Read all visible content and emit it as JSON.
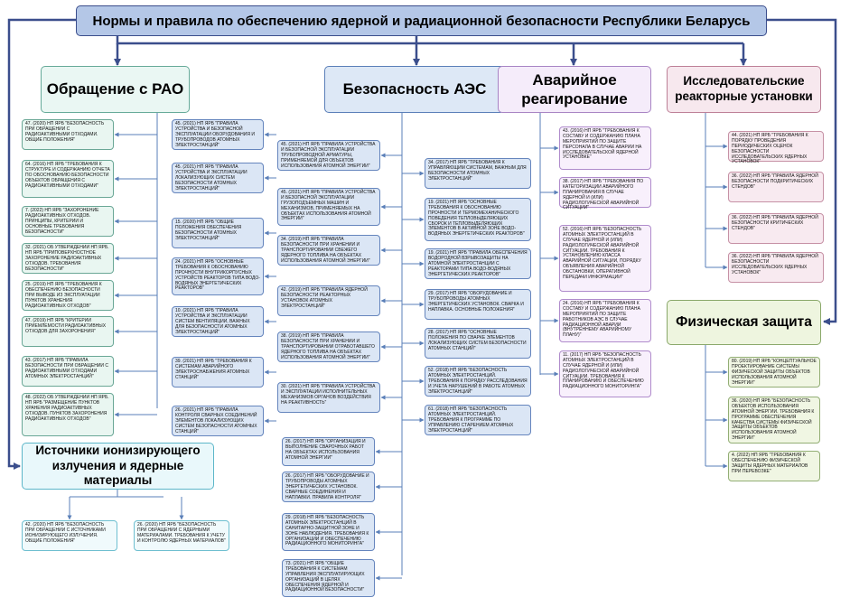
{
  "title": "Нормы и правила по обеспечению ядерной и радиационной безопасности Республики Беларусь",
  "categories": {
    "rao": "Обращение с РАО",
    "aes": "Безопасность АЭС",
    "emergency": "Аварийное реагирование",
    "research": "Исследовательские реакторные установки",
    "physical": "Физическая защита",
    "sources": "Источники ионизирующего излучения и ядерные материалы"
  },
  "rao_items": [
    "47. (2020) НП ЯРБ \"БЕЗОПАСНОСТЬ ПРИ ОБРАЩЕНИИ С РАДИОАКТИВНЫМИ ОТХОДАМИ. ОБЩИЕ ПОЛОЖЕНИЯ\"",
    "64. (2016) НП ЯРБ \"ТРЕБОВАНИЯ К СТРУКТУРЕ И СОДЕРЖАНИЮ ОТЧЕТА ПО ОБОСНОВАНИЮ БЕЗОПАСНОСТИ ОБЪЕКТОВ ОБРАЩЕНИЯ С РАДИОАКТИВНЫМИ ОТХОДАМИ\"",
    "7. (2022) НП ЯРБ \"ЗАХОРОНЕНИЕ РАДИОАКТИВНЫХ ОТХОДОВ. ПРИНЦИПЫ, КРИТЕРИИ И ОСНОВНЫЕ ТРЕБОВАНИЯ БЕЗОПАСНОСТИ\"",
    "32. (2021) ОБ УТВЕРЖДЕНИИ НП ЯРБ. НП ЯРБ \"ПРИПОВЕРХНОСТНОЕ ЗАХОРОНЕНИЕ РАДИОАКТИВНЫХ ОТХОДОВ. ТРЕБОВАНИЯ БЕЗОПАСНОСТИ\"",
    "25. (2019) НП ЯРБ \"ТРЕБОВАНИЯ К ОБЕСПЕЧЕНИЮ БЕЗОПАСНОСТИ ПРИ ВЫВОДЕ ИЗ ЭКСПЛУАТАЦИИ ПУНКТОВ ХРАНЕНИЯ РАДИОАКТИВНЫХ ОТХОДОВ\"",
    "47. (2019) НП ЯРБ \"КРИТЕРИИ ПРИЕМЛЕМОСТИ РАДИОАКТИВНЫХ ОТХОДОВ ДЛЯ ЗАХОРОНЕНИЯ\"",
    "43. (2017) НП ЯРБ \"ПРАВИЛА БЕЗОПАСНОСТИ ПРИ ОБРАЩЕНИИ С РАДИОАКТИВНЫМИ ОТХОДАМИ АТОМНЫХ ЭЛЕКТРОСТАНЦИЙ\"",
    "48. (2022) ОБ УТВЕРЖДЕНИИ НП ЯРБ. НП ЯРБ \"РАЗМЕЩЕНИЕ ПУНКТОВ ХРАНЕНИЯ РАДИОАКТИВНЫХ ОТХОДОВ. ПУНКТОВ ЗАХОРОНЕНИЯ РАДИОАКТИВНЫХ ОТХОДОВ\""
  ],
  "aes_col1": [
    "45. (2021) НП ЯРБ \"ПРАВИЛА УСТРОЙСТВА И БЕЗОПАСНОЙ ЭКСПЛУАТАЦИИ ОБОРУДОВАНИЯ И ТРУБОПРОВОДОВ АТОМНЫХ ЭЛЕКТРОСТАНЦИЙ\"",
    "45. (2021) НП ЯРБ \"ПРАВИЛА УСТРОЙСТВА И ЭКСПЛУАТАЦИИ ЛОКАЛИЗУЮЩИХ СИСТЕМ БЕЗОПАСНОСТИ АТОМНЫХ ЭЛЕКТРОСТАНЦИЙ\"",
    "15. (2020) НП ЯРБ \"ОБЩИЕ ПОЛОЖЕНИЯ ОБЕСПЕЧЕНИЯ БЕЗОПАСНОСТИ АТОМНЫХ ЭЛЕКТРОСТАНЦИЙ\"",
    "24. (2021) НП ЯРБ \"ОСНОВНЫЕ ТРЕБОВАНИЯ К ОБОСНОВАНИЮ ПРОЧНОСТИ ВНУТРИКОРПУСНЫХ УСТРОЙСТВ РЕАКТОРОВ ТИПА ВОДО-ВОДЯНЫХ ЭНЕРГЕТИЧЕСКИХ РЕАКТОРОВ\"",
    "10. (2021) НП ЯРБ \"ПРАВИЛА УСТРОЙСТВА И ЭКСПЛУАТАЦИИ СИСТЕМ ВЕНТИЛЯЦИИ, ВАЖНЫХ ДЛЯ БЕЗОПАСНОСТИ АТОМНЫХ ЭЛЕКТРОСТАНЦИЙ\"",
    "39. (2021) НП ЯРБ \"ТРЕБОВАНИЯ К СИСТЕМАМ АВАРИЙНОГО ЭЛЕКТРОСНАБЖЕНИЯ АТОМНЫХ СТАНЦИЙ\"",
    "26. (2021) НП ЯРБ \"ПРАВИЛА КОНТРОЛЯ СВАРНЫХ СОЕДИНЕНИЙ ЭЛЕМЕНТОВ ЛОКАЛИЗУЮЩИХ СИСТЕМ БЕЗОПАСНОСТИ АТОМНЫХ СТАНЦИЙ\""
  ],
  "aes_col2": [
    "45. (2021) НП ЯРБ \"ПРАВИЛА УСТРОЙСТВА И БЕЗОПАСНОЙ ЭКСПЛУАТАЦИИ ТРУБОПРОВОДНОЙ АРМАТУРЫ, ПРИМЕНЯЕМОЙ ДЛЯ ОБЪЕКТОВ ИСПОЛЬЗОВАНИЯ АТОМНОЙ ЭНЕРГИИ\"",
    "45. (2021) НП ЯРБ \"ПРАВИЛА УСТРОЙСТВА И БЕЗОПАСНОЙ ЭКСПЛУАТАЦИИ ГРУЗОПОДЪЕМНЫХ МАШИН И МЕХАНИЗМОВ, ПРИМЕНЯЕМЫХ НА ОБЪЕКТАХ ИСПОЛЬЗОВАНИЯ АТОМНОЙ ЭНЕРГИИ\"",
    "34. (2019) НП ЯРБ \"ПРАВИЛА БЕЗОПАСНОСТИ ПРИ ХРАНЕНИИ И ТРАНСПОРТИРОВАНИИ СВЕЖЕГО ЯДЕРНОГО ТОПЛИВА НА ОБЪЕКТАХ ИСПОЛЬЗОВАНИЯ АТОМНОЙ ЭНЕРГИИ\"",
    "42. (2019) НП ЯРБ \"ПРАВИЛА ЯДЕРНОЙ БЕЗОПАСНОСТИ РЕАКТОРНЫХ УСТАНОВОК АТОМНЫХ ЭЛЕКТРОСТАНЦИЙ\"",
    "38. (2019) НП ЯРБ \"ПРАВИЛА БЕЗОПАСНОСТИ ПРИ ХРАНЕНИИ И ТРАНСПОРТИРОВАНИИ ОТРАБОТАВШЕГО ЯДЕРНОГО ТОПЛИВА НА ОБЪЕКТАХ ИСПОЛЬЗОВАНИЯ АТОМНОЙ ЭНЕРГИИ\"",
    "30. (2021) НП ЯРБ \"ПРАВИЛА УСТРОЙСТВА И ЭКСПЛУАТАЦИИ ИСПОЛНИТЕЛЬНЫХ МЕХАНИЗМОВ ОРГАНОВ ВОЗДЕЙСТВИЯ НА РЕАКТИВНОСТЬ\""
  ],
  "aes_col2_lower": [
    "26. (2017) НП ЯРБ \"ОРГАНИЗАЦИЯ И ВЫПОЛНЕНИЕ СВАРОЧНЫХ РАБОТ НА ОБЪЕКТАХ ИСПОЛЬЗОВАНИЯ АТОМНОЙ ЭНЕРГИИ\"",
    "26. (2017) НП ЯРБ \"ОБОРУДОВАНИЕ И ТРУБОПРОВОДЫ АТОМНЫХ ЭНЕРГЕТИЧЕСКИХ УСТАНОВОК. СВАРНЫЕ СОЕДИНЕНИЯ И НАПЛАВКИ. ПРАВИЛА КОНТРОЛЯ\"",
    "29. (2018) НП ЯРБ \"БЕЗОПАСНОСТЬ АТОМНЫХ ЭЛЕКТРОСТАНЦИЙ В САНИТАРНО-ЗАЩИТНОЙ ЗОНЕ И ЗОНЕ НАБЛЮДЕНИЯ. ТРЕБОВАНИЯ К ОРГАНИЗАЦИИ И ОБЕСПЕЧЕНИЮ РАДИАЦИОННОГО МОНИТОРИНГА\"",
    "73. (2021) НП ЯРБ \"ОБЩИЕ ТРЕБОВАНИЯ К СИСТЕМАМ УПРАВЛЕНИЯ ЭКСПЛУАТИРУЮЩИХ ОРГАНИЗАЦИЙ В ЦЕЛЯХ ОБЕСПЕЧЕНИЯ ЯДЕРНОЙ И РАДИАЦИОННОЙ БЕЗОПАСНОСТИ\""
  ],
  "aes_col3": [
    "34. (2017) НП ЯРБ \"ТРЕБОВАНИЯ К УПРАВЛЯЮЩИМ СИСТЕМАМ, ВАЖНЫМ ДЛЯ БЕЗОПАСНОСТИ АТОМНЫХ ЭЛЕКТРОСТАНЦИЙ\"",
    "19. (2021) НП ЯРБ \"ОСНОВНЫЕ ТРЕБОВАНИЯ К ОБОСНОВАНИЮ ПРОЧНОСТИ И ТЕРМОМЕХАНИЧЕСКОГО ПОВЕДЕНИЯ ТЕПЛОВЫДЕЛЯЮЩИХ СБОРОК И ТЕПЛОВЫДЕЛЯЮЩИХ ЭЛЕМЕНТОВ В АКТИВНОЙ ЗОНЕ ВОДО-ВОДЯНЫХ ЭНЕРГЕТИЧЕСКИХ РЕАКТОРОВ\"",
    "19. (2021) НП ЯРБ \"ПРАВИЛА ОБЕСПЕЧЕНИЯ ВОДОРОДНОЙ ВЗРЫВОЗАЩИТЫ НА АТОМНОЙ ЭЛЕКТРОСТАНЦИИ С РЕАКТОРАМИ ТИПА ВОДО-ВОДЯНЫХ ЭНЕРГЕТИЧЕСКИХ РЕАКТОРОВ\"",
    "29. (2017) НП ЯРБ \"ОБОРУДОВАНИЕ И ТРУБОПРОВОДЫ АТОМНЫХ ЭНЕРГЕТИЧЕСКИХ УСТАНОВОК. СВАРКА И НАПЛАВКА. ОСНОВНЫЕ ПОЛОЖЕНИЯ\"",
    "28. (2017) НП ЯРБ \"ОСНОВНЫЕ ПОЛОЖЕНИЯ ПО СВАРКЕ ЭЛЕМЕНТОВ ЛОКАЛИЗУЮЩИХ СИСТЕМ БЕЗОПАСНОСТИ АТОМНЫХ СТАНЦИЙ\"",
    "52. (2018) НП ЯРБ \"БЕЗОПАСНОСТЬ АТОМНЫХ ЭЛЕКТРОСТАНЦИЙ. ТРЕБОВАНИЯ К ПОРЯДКУ РАССЛЕДОВАНИЯ И УЧЕТА НАРУШЕНИЙ В РАБОТЕ АТОМНЫХ ЭЛЕКТРОСТАНЦИЙ\"",
    "61. (2018) НП ЯРБ \"БЕЗОПАСНОСТЬ АТОМНЫХ ЭЛЕКТРОСТАНЦИЙ. ТРЕБОВАНИЯ К ПРОГРАММЕ ПО УПРАВЛЕНИЮ СТАРЕНИЕМ АТОМНЫХ ЭЛЕКТРОСТАНЦИЙ\""
  ],
  "emergency_items": [
    "43. (2016) НП ЯРБ \"ТРЕБОВАНИЯ К СОСТАВУ И СОДЕРЖАНИЮ ПЛАНА МЕРОПРИЯТИЙ ПО ЗАЩИТЕ ПЕРСОНАЛА В СЛУЧАЕ АВАРИИ НА ИССЛЕДОВАТЕЛЬСКОЙ ЯДЕРНОЙ УСТАНОВКЕ\"",
    "38. (2017) НП ЯРБ \"ТРЕБОВАНИЯ ПО КАТЕГОРИЗАЦИИ АВАРИЙНОГО ПЛАНИРОВАНИЯ В СЛУЧАЕ ЯДЕРНОЙ И (ИЛИ) РАДИОЛОГИЧЕСКОЙ АВАРИЙНОЙ СИТУАЦИИ\"",
    "52. (2016) НП ЯРБ \"БЕЗОПАСНОСТЬ АТОМНЫХ ЭЛЕКТРОСТАНЦИЙ В СЛУЧАЕ ЯДЕРНОЙ И (ИЛИ) РАДИОЛОГИЧЕСКОЙ АВАРИЙНОЙ СИТУАЦИИ. ТРЕБОВАНИЯ К УСТАНОВЛЕНИЮ КЛАССА АВАРИЙНОЙ СИТУАЦИИ, ПОРЯДКУ ОБЪЯВЛЕНИЯ АВАРИЙНОЙ ОБСТАНОВКИ, ОПЕРАТИВНОЙ ПЕРЕДАЧИ ИНФОРМАЦИИ\"",
    "24. (2016) НП ЯРБ \"ТРЕБОВАНИЯ К СОСТАВУ И СОДЕРЖАНИЮ ПЛАНА МЕРОПРИЯТИЙ ПО ЗАЩИТЕ РАБОТНИКОВ АЭС В СЛУЧАЕ РАДИАЦИОННОЙ АВАРИИ (ВНУТРЕННЕМУ АВАРИЙНОМУ ПЛАНУ)\"",
    "11. (2017) НП ЯРБ \"БЕЗОПАСНОСТЬ АТОМНЫХ ЭЛЕКТРОСТАНЦИЙ В СЛУЧАЕ ЯДЕРНОЙ И (ИЛИ) РАДИОЛОГИЧЕСКОЙ АВАРИЙНОЙ СИТУАЦИИ. ТРЕБОВАНИЯ К ПЛАНИРОВАНИЮ И ОБЕСПЕЧЕНИЮ РАДИАЦИОННОГО МОНИТОРИНГА\""
  ],
  "research_items": [
    "44. (2021) НП ЯРБ \"ТРЕБОВАНИЯ К ПОРЯДКУ ПРОВЕДЕНИЯ ПЕРИОДИЧЕСКИХ ОЦЕНОК БЕЗОПАСНОСТИ ИССЛЕДОВАТЕЛЬСКИХ ЯДЕРНЫХ УСТАНОВОК\"",
    "36. (2022) НП ЯРБ \"ПРАВИЛА ЯДЕРНОЙ БЕЗОПАСНОСТИ ПОДКРИТИЧЕСКИХ СТЕНДОВ\"",
    "36. (2022) НП ЯРБ \"ПРАВИЛА ЯДЕРНОЙ БЕЗОПАСНОСТИ КРИТИЧЕСКИХ СТЕНДОВ\"",
    "36. (2022) НП ЯРБ \"ПРАВИЛА ЯДЕРНОЙ БЕЗОПАСНОСТИ ИССЛЕДОВАТЕЛЬСКИХ ЯДЕРНЫХ УСТАНОВОК\""
  ],
  "physical_items": [
    "80. (2019) НП ЯРБ \"КОНЦЕПТУАЛЬНОЕ ПРОЕКТИРОВАНИЕ СИСТЕМЫ ФИЗИЧЕСКОЙ ЗАЩИТЫ ОБЪЕКТОВ ИСПОЛЬЗОВАНИЯ АТОМНОЙ ЭНЕРГИИ\"",
    "36. (2020) НП ЯРБ \"БЕЗОПАСНОСТЬ ОБЪЕКТОВ ИСПОЛЬЗОВАНИЯ АТОМНОЙ ЭНЕРГИИ. ТРЕБОВАНИЯ К ПРОГРАММЕ ОБЕСПЕЧЕНИЯ КАЧЕСТВА СИСТЕМЫ ФИЗИЧЕСКОЙ ЗАЩИТЫ ОБЪЕКТОВ ИСПОЛЬЗОВАНИЯ АТОМНОЙ ЭНЕРГИИ\"",
    "4. (2022) НП ЯРБ \"ТРЕБОВАНИЯ К ОБЕСПЕЧЕНИЮ ФИЗИЧЕСКОЙ ЗАЩИТЫ ЯДЕРНЫХ МАТЕРИАЛОВ ПРИ ПЕРЕВОЗКЕ\""
  ],
  "sources_items": [
    "42. (2020) НП ЯРБ \"БЕЗОПАСНОСТЬ ПРИ ОБРАЩЕНИИ С ИСТОЧНИКАМИ ИОНИЗИРУЮЩЕГО ИЗЛУЧЕНИЯ. ОБЩИЕ ПОЛОЖЕНИЯ\"",
    "26. (2020) НП ЯРБ \"БЕЗОПАСНОСТЬ ПРИ ОБРАЩЕНИИ С ЯДЕРНЫМИ МАТЕРИАЛАМИ. ТРЕБОВАНИЯ К УЧЕТУ И КОНТРОЛЮ ЯДЕРНЫХ МАТЕРИАЛОВ\""
  ],
  "colors": {
    "title_fill": "#b4c7e7",
    "connector": "#3b4e8c"
  }
}
